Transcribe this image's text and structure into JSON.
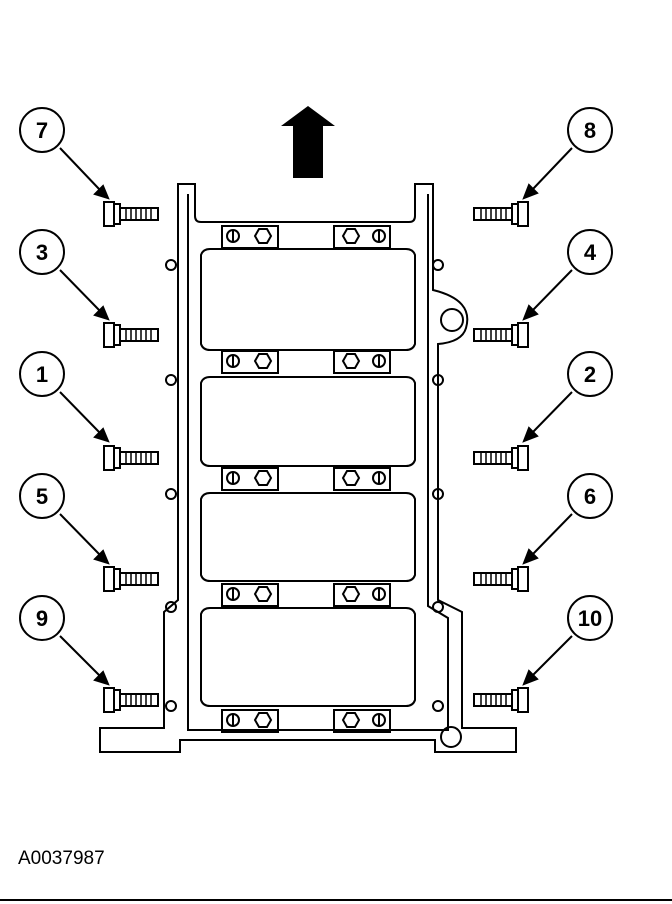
{
  "figure": {
    "id": "A0037987"
  },
  "callouts": [
    "7",
    "8",
    "3",
    "4",
    "1",
    "2",
    "5",
    "6",
    "9",
    "10"
  ],
  "colors": {
    "line": "#000000",
    "background": "#ffffff"
  },
  "icons": {
    "direction": "arrow-up-icon",
    "bolt": "bolt-icon"
  }
}
